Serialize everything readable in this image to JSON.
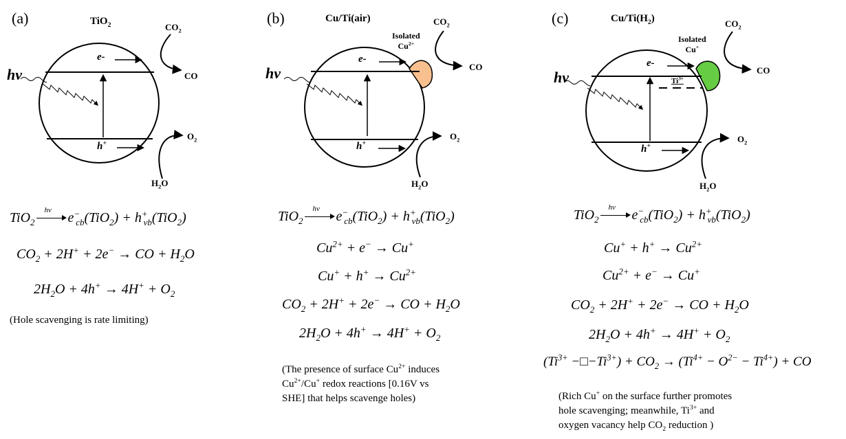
{
  "hv_label": "hv",
  "electron_label": "e-",
  "hole_label": "h",
  "hole_sup": "+",
  "co2_label": "CO",
  "co2_sub": "2",
  "co_label": "CO",
  "o2_label": "O",
  "o2_sub": "2",
  "h2o_label_pre": "H",
  "h2o_sub": "2",
  "h2o_label_post": "O",
  "isolated_label": "Isolated",
  "arrow_label": "hv",
  "panels": {
    "a": {
      "letter": "(a)",
      "title": "TiO",
      "title_sub": "2",
      "note": "(Hole scavenging is rate limiting)"
    },
    "b": {
      "letter": "(b)",
      "title": "Cu/Ti(air)",
      "cu_label": "Cu",
      "cu_sup": "2+",
      "cocatalyst_color": "#f9c08f",
      "note_line1_pre": "(The presence of surface Cu",
      "note_line1_sup": "2+",
      "note_line1_post": " induces",
      "note_line2_a": "Cu",
      "note_line2_sup1": "2+",
      "note_line2_b": "/Cu",
      "note_line2_sup2": "+",
      "note_line2_c": " redox reactions [0.16V vs",
      "note_line3": "SHE] that helps scavenge holes)"
    },
    "c": {
      "letter": "(c)",
      "title_pre": "Cu/Ti(H",
      "title_sub": "2",
      "title_post": ")",
      "cu_label": "Cu",
      "cu_sup": "+",
      "ti_label": "Ti",
      "ti_sup": "3+",
      "cocatalyst_color": "#66cc44",
      "note_line1": "(Rich Cu",
      "note_line1_sup": "+",
      "note_line1_post": " on the surface further promotes",
      "note_line2_pre": "hole scavenging; meanwhile, Ti",
      "note_line2_sup": "3+",
      "note_line2_post": " and",
      "note_line3_pre": "oxygen vacancy help CO",
      "note_line3_sub": "2",
      "note_line3_post": " reduction )"
    }
  },
  "eq": {
    "tio2": "TiO",
    "e_cb": "e",
    "cb": "cb",
    "h_vb": "h",
    "vb": "vb",
    "mid": "(TiO",
    "plus": ") + ",
    "close": ")",
    "co2_red_a": "CO",
    "co2_red_b": " + 2H",
    "co2_red_c": " + 2e",
    "co2_red_d": " → CO + H",
    "co2_red_e": "O",
    "h2o_ox_a": "2H",
    "h2o_ox_b": "O + 4h",
    "h2o_ox_c": " → 4H",
    "h2o_ox_d": " + O",
    "cu2_e_a": "Cu",
    "cu2_e_b": " + e",
    "cu2_e_c": " → Cu",
    "cu_h_a": "Cu",
    "cu_h_b": " + h",
    "cu_h_c": " → Cu",
    "ov_a": "(Ti",
    "ov_b": " −□−Ti",
    "ov_c": ") + CO",
    "ov_d": " → (Ti",
    "ov_e": " − O",
    "ov_f": " − Ti",
    "ov_g": ") + CO",
    "sup_2plus": "2+",
    "sup_plus": "+",
    "sup_minus": "−",
    "sup_3plus": "3+",
    "sup_4plus": "4+",
    "sup_2minus": "2−",
    "sub_2": "2"
  }
}
